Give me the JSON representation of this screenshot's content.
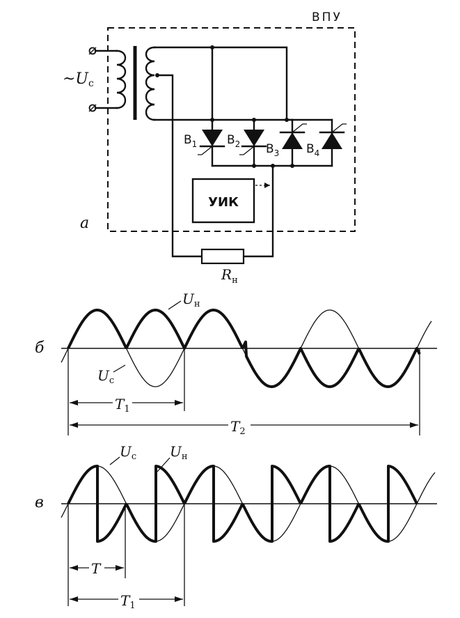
{
  "labels": {
    "vpu": "ВПУ",
    "source": "~U",
    "source_sub": "с",
    "uik": "УИК",
    "fig_a": "а",
    "fig_b": "б",
    "fig_v": "в",
    "load": "R",
    "load_sub": "н",
    "b1": "В",
    "b1_sub": "1",
    "b2": "В",
    "b2_sub": "2",
    "b3": "В",
    "b3_sub": "3",
    "b4": "В",
    "b4_sub": "4",
    "un_b": "U",
    "un_b_sub": "н",
    "uc_b": "U",
    "uc_b_sub": "с",
    "t1_b": "T",
    "t1_b_sub": "1",
    "t2_b": "T",
    "t2_b_sub": "2",
    "uc_v": "U",
    "uc_v_sub": "с",
    "un_v": "U",
    "un_v_sub": "н",
    "t_v": "T",
    "t1_v": "T",
    "t1_v_sub": "1"
  }
}
